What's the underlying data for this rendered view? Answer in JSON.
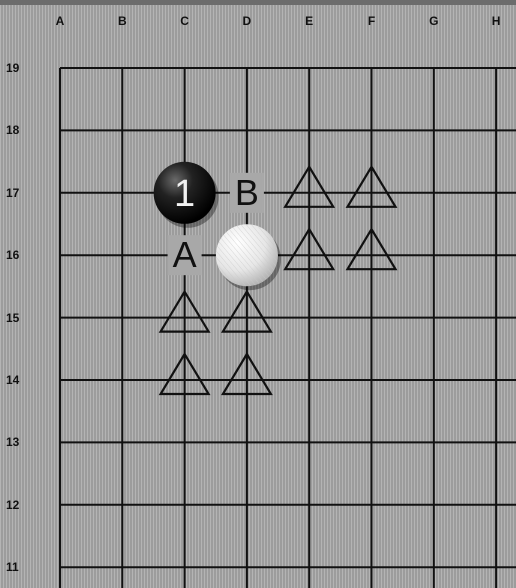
{
  "columns": [
    "A",
    "B",
    "C",
    "D",
    "E",
    "F",
    "G",
    "H"
  ],
  "rows": [
    "19",
    "18",
    "17",
    "16",
    "15",
    "14",
    "13",
    "12",
    "11"
  ],
  "stones": [
    {
      "color": "black",
      "col": "C",
      "row": "17",
      "label": "1"
    },
    {
      "color": "white",
      "col": "D",
      "row": "16",
      "label": ""
    }
  ],
  "letter_marks": [
    {
      "col": "D",
      "row": "17",
      "text": "B"
    },
    {
      "col": "C",
      "row": "16",
      "text": "A"
    }
  ],
  "triangle_marks": [
    {
      "col": "E",
      "row": "17"
    },
    {
      "col": "F",
      "row": "17"
    },
    {
      "col": "E",
      "row": "16"
    },
    {
      "col": "F",
      "row": "16"
    },
    {
      "col": "C",
      "row": "15"
    },
    {
      "col": "D",
      "row": "15"
    },
    {
      "col": "C",
      "row": "14"
    },
    {
      "col": "D",
      "row": "14"
    }
  ],
  "colors": {
    "line": "#111111",
    "black_stone": "#111111",
    "white_stone": "#eeeeee"
  }
}
